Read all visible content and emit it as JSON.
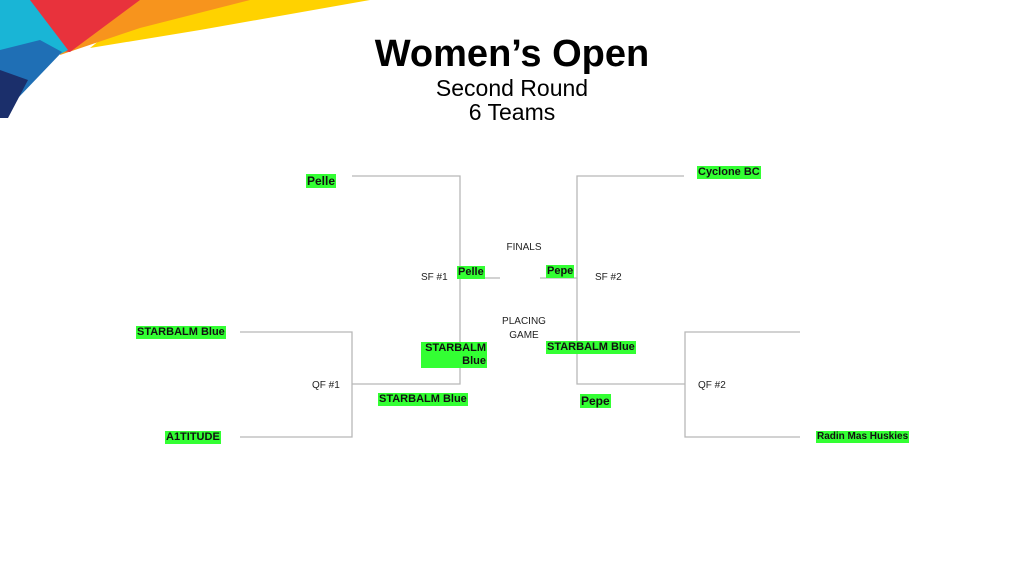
{
  "header": {
    "title": "Women’s Open",
    "subtitle": "Second Round",
    "teams_count": "6 Teams"
  },
  "bracket": {
    "left": {
      "top_seed": "Pelle",
      "qf_top": "STARBALM Blue",
      "qf_bottom": "A1TITUDE",
      "qf_label": "QF #1",
      "qf_winner": "STARBALM Blue",
      "sf_label": "SF #1",
      "sf_winner": "Pelle",
      "sf_loser": "STARBALM Blue"
    },
    "right": {
      "top_seed": "Cyclone BC",
      "qf_bottom": "Radin Mas Huskies",
      "qf_label": "QF #2",
      "qf_winner": "Pepe",
      "sf_label": "SF #2",
      "sf_winner": "Pepe",
      "sf_loser": "STARBALM Blue"
    },
    "finals_label": "FINALS",
    "placing_label_line1": "PLACING",
    "placing_label_line2": "GAME"
  },
  "colors": {
    "highlight": "#33ff33",
    "bracket_line": "#b8b8b8",
    "deco_red": "#e8323c",
    "deco_orange": "#f7941d",
    "deco_yellow": "#ffd200",
    "deco_cyan": "#19b5d6",
    "deco_blue": "#1f6fb5",
    "deco_navy": "#1b2f6b"
  }
}
